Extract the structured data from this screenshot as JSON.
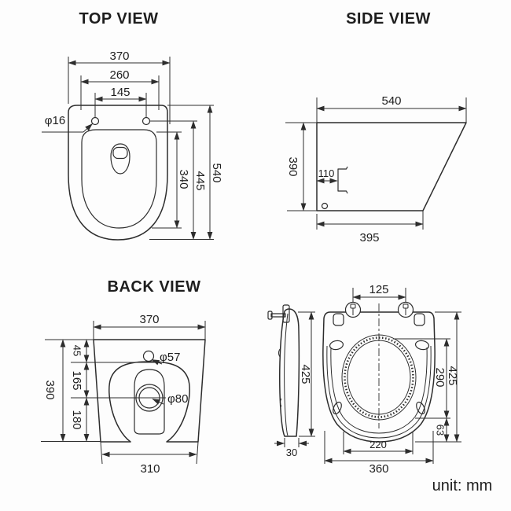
{
  "unit_label": "unit: mm",
  "top_view": {
    "title": "TOP VIEW",
    "overall_width": "370",
    "rim_width": "260",
    "seat_hole_spacing": "145",
    "seat_hole_diameter": "φ16",
    "inner_length": "340",
    "holes_to_front": "445",
    "overall_length": "540"
  },
  "side_view": {
    "title": "SIDE VIEW",
    "top_depth": "540",
    "height": "390",
    "fixing_offset": "110",
    "bottom_depth": "395"
  },
  "back_view": {
    "title": "BACK VIEW",
    "overall_width": "370",
    "inlet_top_offset": "45",
    "inlet_to_outlet": "165",
    "outlet_height": "180",
    "height": "390",
    "inlet_diameter": "φ57",
    "outlet_diameter": "φ80",
    "base_width": "310"
  },
  "seat_view": {
    "hinge_spacing": "125",
    "profile_length": "425",
    "profile_thickness": "30",
    "opening_length": "290",
    "overall_length": "425",
    "opening_to_front": "63",
    "opening_width": "220",
    "overall_width": "360"
  }
}
